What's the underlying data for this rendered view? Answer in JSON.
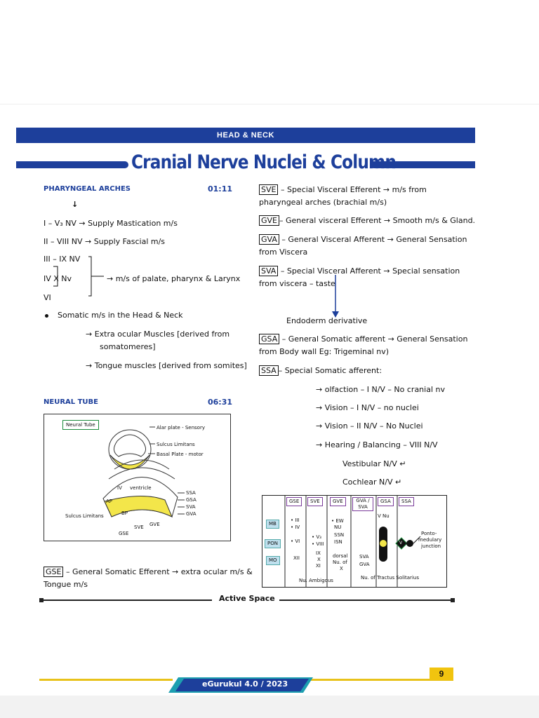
{
  "header": {
    "section": "HEAD & NECK",
    "title": "Cranial Nerve Nuclei & Column"
  },
  "left": {
    "pharyngeal_heading": "PHARYNGEAL ARCHES",
    "pharyngeal_time": "01:11",
    "arrow_down": "↓",
    "line1": "I – V₃ NV → Supply Mastication m/s",
    "line2": "II – VIII NV → Supply Fascial m/s",
    "line3a": "III    – IX NV",
    "line3b": "IV        X Nv",
    "line3c": "VI",
    "line3d": "→ m/s of palate, pharynx & Larynx",
    "bullet1": "Somatic m/s in the Head & Neck",
    "sub1a": "→ Extra ocular Muscles [derived from",
    "sub1b": "somatomeres]",
    "sub2": "→ Tongue muscles [derived from somites]",
    "neural_heading": "NEURAL TUBE",
    "neural_time": "06:31",
    "gse_box": "GSE",
    "gse_text": " – General Somatic Efferent → extra ocular m/s &",
    "gse_text2": "Tongue m/s"
  },
  "diagram": {
    "label": "Neural Tube",
    "alar": "Alar plate - Sensory",
    "sulcus": "Sulcus Limitans",
    "basal": "Basal Plate - motor",
    "ventricle": "ventricle",
    "iv": "IV",
    "ap": "AP",
    "bp": "BP",
    "sulcus2": "Sulcus Limitans",
    "ssa": "SSA",
    "gsa": "GSA",
    "sva": "SVA",
    "gva": "GVA",
    "sve": "SVE",
    "gve": "GVE",
    "gse": "GSE"
  },
  "right": {
    "sve_box": "SVE",
    "sve1": "  – Special  Visceral  Efferent  →  m/s  from",
    "sve2": "pharyngeal arches (brachial m/s)",
    "gve_box": "GVE",
    "gve1": "– General visceral Efferent → Smooth m/s & Gland.",
    "gva_box": "GVA",
    "gva1": " – General Visceral Afferent → General Sensation",
    "gva2": "from Viscera",
    "sva_box": "SVA",
    "sva1": " – Special Visceral Afferent → Special sensation",
    "sva2": "from viscera – taste",
    "endoderm": "Endoderm derivative",
    "gsa_box": "GSA",
    "gsa1": " – General Somatic afferent → General Sensation",
    "gsa2": "from Body wall Eg: Trigeminal nv)",
    "ssa_box": "SSA",
    "ssa1": "– Special Somatic afferent:",
    "s1": "→ olfaction – I N/V – No cranial nv",
    "s2": "→ Vision – I N/V – no nuclei",
    "s3": "→ Vision – II N/V – No Nuclei",
    "s4": "→ Hearing / Balancing – VIII N/V",
    "s5": "Vestibular N/V ↵",
    "s6": "Cochlear N/V ↵"
  },
  "table": {
    "cols": [
      "GSE",
      "SVE",
      "GVE",
      "GVA / SVA",
      "GSA",
      "SSA"
    ],
    "rows": [
      "MB",
      "PON",
      "MO"
    ],
    "gse_items": [
      "• III",
      "• IV",
      "• VI",
      "XII"
    ],
    "sve_items": [
      "• V₃",
      "• VIII",
      "IX",
      "X",
      "XI"
    ],
    "gve_items": [
      "• EW",
      "NU",
      "SSN",
      "ISN",
      "dorsal",
      "Nu. of",
      "X"
    ],
    "gva_items": [
      "SVA",
      "GVA"
    ],
    "vnu": "V Nu",
    "v": "V",
    "pm": "Ponto-",
    "pm2": "medulary",
    "pm3": "junction",
    "nu_amb": "Nu. Ambigous",
    "tractus": "Nu. of Tractus Solitarius"
  },
  "footer": {
    "active": "Active Space",
    "brand": "eGurukul 4.0 / 2023",
    "page": "9"
  }
}
